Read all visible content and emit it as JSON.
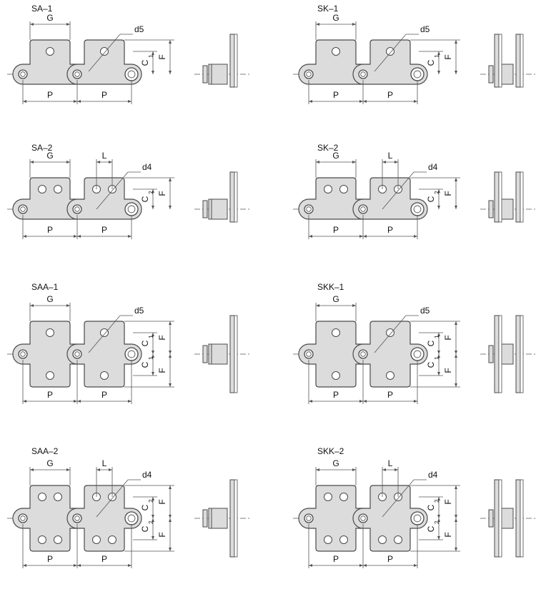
{
  "colors": {
    "plate_fill": "#dcdcdc",
    "plate_stroke": "#4a4a4a",
    "dim_line": "#555555",
    "background": "#ffffff"
  },
  "panels": [
    {
      "id": "sa-1",
      "title": "SA–1",
      "labels": {
        "g": "G",
        "p": "P",
        "f": "F",
        "c": "C",
        "c_sub": "1",
        "d": "d5"
      }
    },
    {
      "id": "sk-1",
      "title": "SK–1",
      "labels": {
        "g": "G",
        "p": "P",
        "f": "F",
        "c": "C",
        "c_sub": "1",
        "d": "d5"
      }
    },
    {
      "id": "sa-2",
      "title": "SA–2",
      "labels": {
        "g": "G",
        "l": "L",
        "p": "P",
        "f": "F",
        "c": "C",
        "c_sub": "2",
        "d": "d4"
      }
    },
    {
      "id": "sk-2",
      "title": "SK–2",
      "labels": {
        "g": "G",
        "l": "L",
        "p": "P",
        "f": "F",
        "c": "C",
        "c_sub": "2",
        "d": "d4"
      }
    },
    {
      "id": "saa-1",
      "title": "SAA–1",
      "labels": {
        "g": "G",
        "p": "P",
        "f": "F",
        "c": "C",
        "c_sub": "1",
        "d": "d5"
      }
    },
    {
      "id": "skk-1",
      "title": "SKK–1",
      "labels": {
        "g": "G",
        "p": "P",
        "f": "F",
        "c": "C",
        "c_sub": "1",
        "d": "d5"
      }
    },
    {
      "id": "saa-2",
      "title": "SAA–2",
      "labels": {
        "g": "G",
        "l": "L",
        "p": "P",
        "f": "F",
        "c": "C",
        "c_sub": "2",
        "d": "d4"
      }
    },
    {
      "id": "skk-2",
      "title": "SKK–2",
      "labels": {
        "g": "G",
        "l": "L",
        "p": "P",
        "f": "F",
        "c": "C",
        "c_sub": "2",
        "d": "d4"
      }
    }
  ]
}
